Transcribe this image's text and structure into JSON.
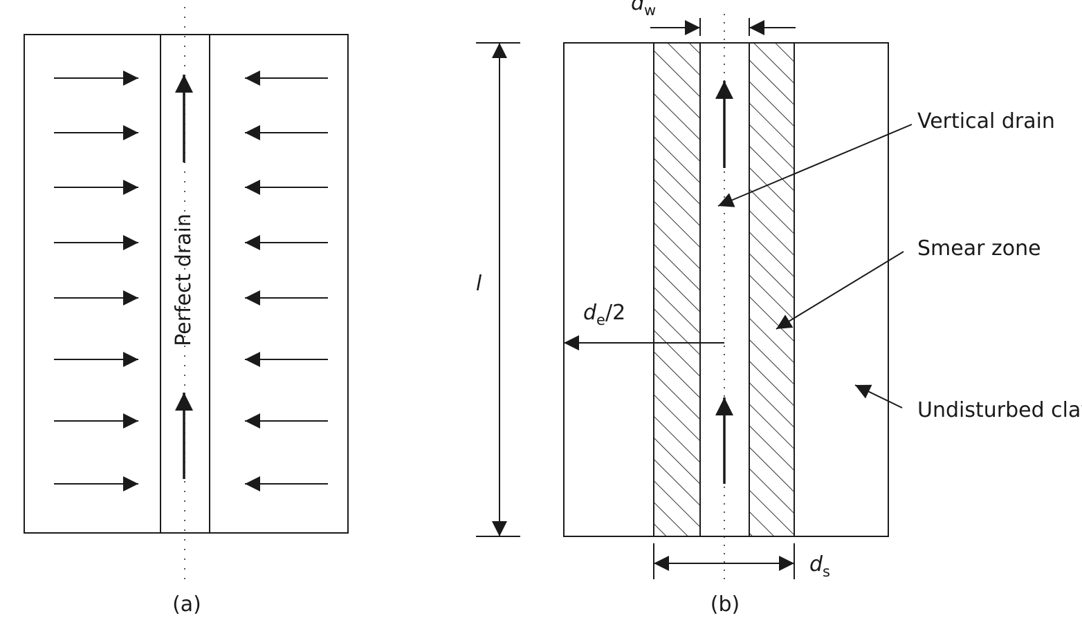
{
  "panel_a": {
    "caption": "(a)",
    "drain_label": "Perfect drain"
  },
  "panel_b": {
    "caption": "(b)",
    "length_symbol": "l",
    "dw_symbol": "d",
    "dw_subscript": "w",
    "ds_symbol": "d",
    "ds_subscript": "s",
    "de_symbol": "d",
    "de_subscript": "e",
    "de_suffix": "/2",
    "callouts": {
      "vertical_drain": "Vertical drain",
      "smear_zone": "Smear zone",
      "undisturbed_clay": "Undisturbed clay"
    }
  },
  "colors": {
    "line": "#1a1a1a",
    "background": "#ffffff"
  }
}
